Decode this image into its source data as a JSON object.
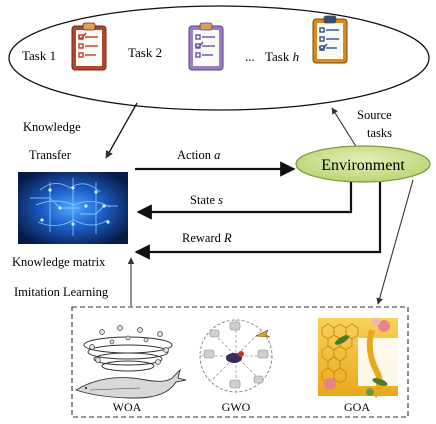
{
  "tasks": {
    "task1": "Task 1",
    "task2": "Task 2",
    "ellipsis": "...",
    "taskh_prefix": "Task ",
    "taskh_var": "h"
  },
  "labels": {
    "knowledge_transfer_line1": "Knowledge",
    "knowledge_transfer_line2": "Transfer",
    "source_tasks_line1": "Source",
    "source_tasks_line2": "tasks",
    "environment": "Environment",
    "action_prefix": "Action ",
    "action_var": "a",
    "state_prefix": "State ",
    "state_var": "s",
    "reward_prefix": "Reward ",
    "reward_var": "R",
    "knowledge_matrix": "Knowledge matrix",
    "imitation_learning": "Imitation Learning"
  },
  "algorithms": {
    "woa": "WOA",
    "gwo": "GWO",
    "goa": "GOA"
  },
  "colors": {
    "environment_fill": "#c4dd8a",
    "environment_stroke": "#7a9a3a",
    "brain_bg": "#0a2a6a",
    "clipboard1": "#c0392b",
    "clipboard2": "#8e5bb7",
    "clipboard3": "#d88a1e"
  }
}
